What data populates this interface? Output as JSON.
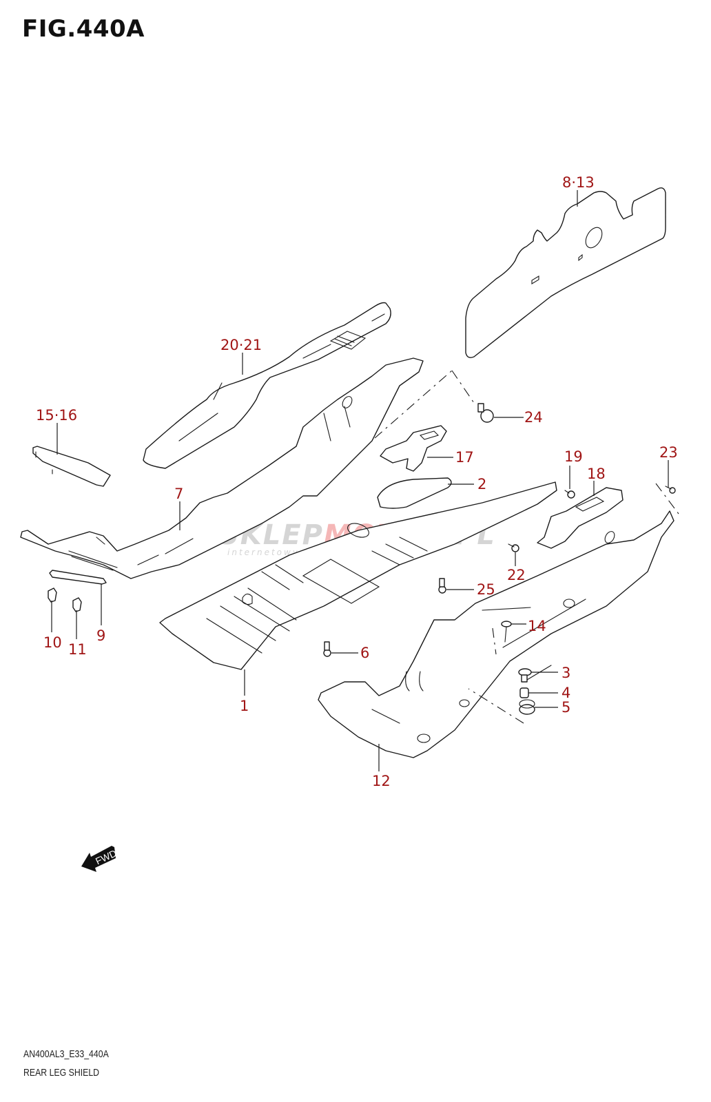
{
  "figure": {
    "title": "FIG.440A",
    "model_code": "AN400AL3_E33_440A",
    "section_name": "REAR LEG SHIELD"
  },
  "colors": {
    "callout": "#a01515",
    "line": "#1a1a1a",
    "watermark_gray": "#c8c8c8",
    "watermark_red": "#f2a0a0"
  },
  "watermark": {
    "part1": "SKLEP",
    "part2": "MOTO",
    "part3": "S",
    "part4": ".PL",
    "tagline": "internetowy sklep motocyklowy"
  },
  "fwd_indicator": {
    "label": "FWD",
    "icon": "forward-arrow-icon"
  },
  "callouts": [
    {
      "id": "c1",
      "label": "1"
    },
    {
      "id": "c2",
      "label": "2"
    },
    {
      "id": "c3",
      "label": "3"
    },
    {
      "id": "c4",
      "label": "4"
    },
    {
      "id": "c5",
      "label": "5"
    },
    {
      "id": "c6",
      "label": "6"
    },
    {
      "id": "c7",
      "label": "7"
    },
    {
      "id": "c8_13",
      "label": "8·13"
    },
    {
      "id": "c9",
      "label": "9"
    },
    {
      "id": "c10",
      "label": "10"
    },
    {
      "id": "c11",
      "label": "11"
    },
    {
      "id": "c12",
      "label": "12"
    },
    {
      "id": "c14",
      "label": "14"
    },
    {
      "id": "c15_16",
      "label": "15·16"
    },
    {
      "id": "c17",
      "label": "17"
    },
    {
      "id": "c18",
      "label": "18"
    },
    {
      "id": "c19",
      "label": "19"
    },
    {
      "id": "c20_21",
      "label": "20·21"
    },
    {
      "id": "c22",
      "label": "22"
    },
    {
      "id": "c23",
      "label": "23"
    },
    {
      "id": "c24",
      "label": "24"
    },
    {
      "id": "c25",
      "label": "25"
    }
  ]
}
